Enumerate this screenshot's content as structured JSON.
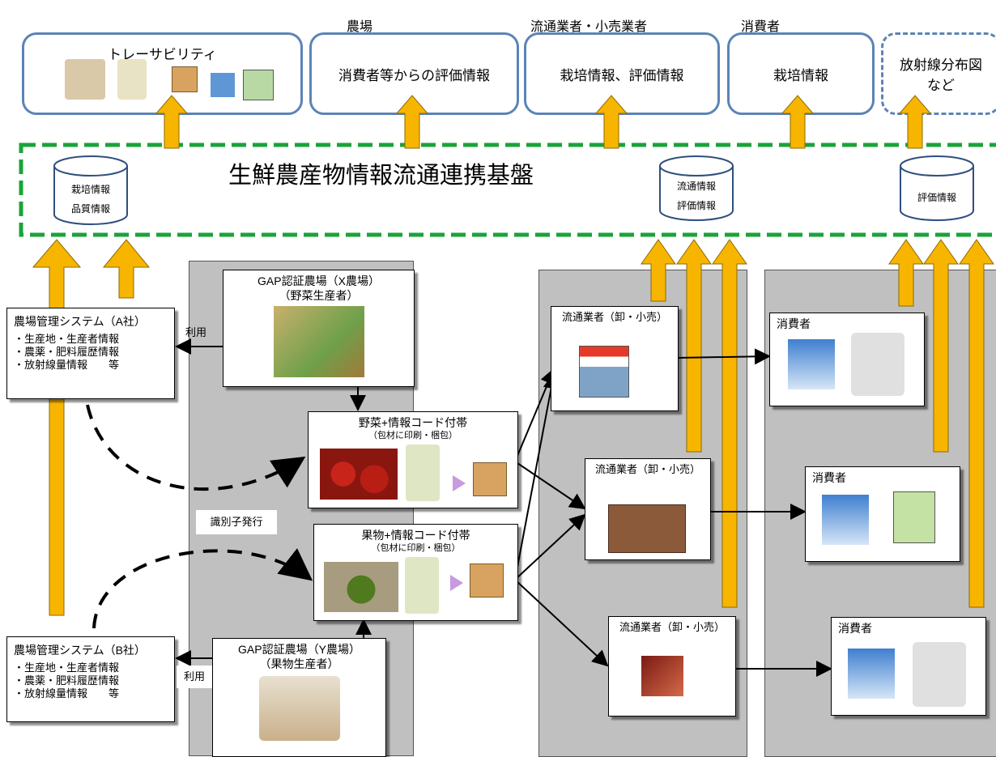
{
  "top": {
    "labels": {
      "farm": "農場",
      "distributor": "流通業者・小売業者",
      "consumer": "消費者"
    },
    "boxes": {
      "traceability": "トレーサビリティ",
      "farm_eval": "消費者等からの評価情報",
      "dist_info": "栽培情報、評価情報",
      "cons_info": "栽培情報",
      "radiation_l1": "放射線分布図",
      "radiation_l2": "など"
    }
  },
  "platform": {
    "title": "生鮮農産物情報流通連携基盤",
    "db1": [
      "栽培情報",
      "品質情報"
    ],
    "db2": [
      "流通情報",
      "評価情報"
    ],
    "db3": [
      "評価情報"
    ]
  },
  "system_a": {
    "title": "農場管理システム（A社）",
    "items": [
      "・生産地・生産者情報",
      "・農薬・肥料履歴情報",
      "・放射線量情報　　等"
    ]
  },
  "system_b": {
    "title": "農場管理システム（B社）",
    "items": [
      "・生産地・生産者情報",
      "・農薬・肥料履歴情報",
      "・放射線量情報　　等"
    ]
  },
  "use_label": "利用",
  "id_issue": "識別子発行",
  "farm_x": {
    "line1": "GAP認証農場（X農場）",
    "line2": "（野菜生産者）"
  },
  "farm_y": {
    "line1": "GAP認証農場（Y農場）",
    "line2": "（果物生産者）"
  },
  "veg_pack": {
    "title": "野菜+情報コード付帯",
    "sub": "（包材に印刷・梱包）"
  },
  "fruit_pack": {
    "title": "果物+情報コード付帯",
    "sub": "（包材に印刷・梱包）"
  },
  "distributors": [
    "流通業者（卸・小売）",
    "流通業者（卸・小売）",
    "流通業者（卸・小売）"
  ],
  "consumers": [
    "消費者",
    "消費者",
    "消費者"
  ],
  "colors": {
    "arrow": "#f8b500",
    "box_border": "#5b84b6",
    "platform": "#1aa33a",
    "lane": "#c0c0c0"
  }
}
